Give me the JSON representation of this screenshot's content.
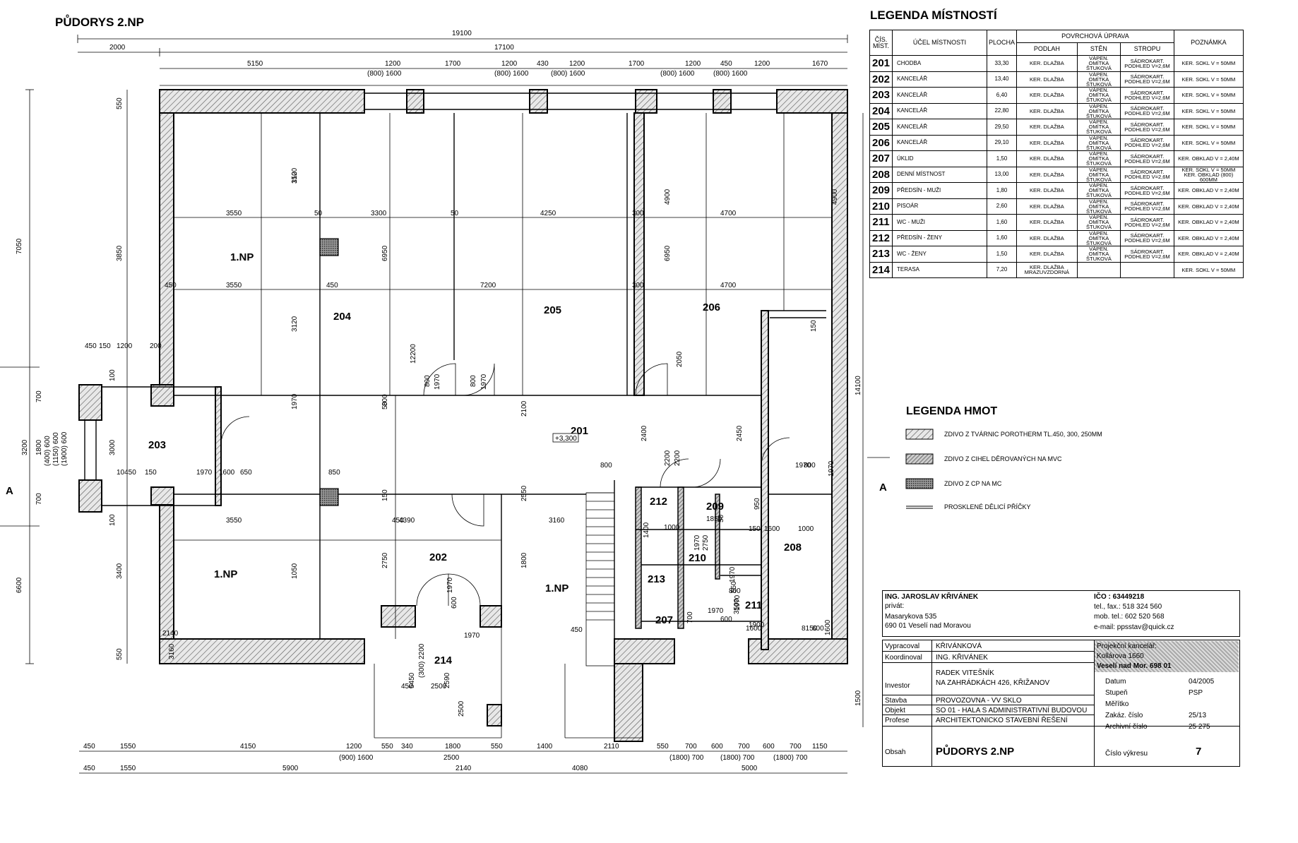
{
  "title": "PŮDORYS 2.NP",
  "plan": {
    "rooms": [
      {
        "id": "r201",
        "label": "201"
      },
      {
        "id": "r202",
        "label": "202"
      },
      {
        "id": "r203",
        "label": "203"
      },
      {
        "id": "r204",
        "label": "204"
      },
      {
        "id": "r205",
        "label": "205"
      },
      {
        "id": "r206",
        "label": "206"
      },
      {
        "id": "r207",
        "label": "207"
      },
      {
        "id": "r208",
        "label": "208"
      },
      {
        "id": "r209",
        "label": "209"
      },
      {
        "id": "r210",
        "label": "210"
      },
      {
        "id": "r211",
        "label": "211"
      },
      {
        "id": "r212",
        "label": "212"
      },
      {
        "id": "r213",
        "label": "213"
      },
      {
        "id": "r214",
        "label": "214"
      },
      {
        "id": "np1a",
        "label": "1.NP"
      },
      {
        "id": "np1b",
        "label": "1.NP"
      },
      {
        "id": "np1c",
        "label": "1.NP"
      }
    ],
    "level_mark": "+3,300",
    "section_mark": "A",
    "top_dims": {
      "overall": "19100",
      "second": "17100",
      "left_offset": "2000",
      "segments": [
        "5150",
        "1200",
        "1700",
        "1200",
        "430",
        "1200",
        "1700",
        "1200",
        "450",
        "1200",
        "1670"
      ],
      "window_notes": [
        "(800) 1600",
        "(800) 1600",
        "(800) 1600",
        "(800) 1600",
        "(800) 1600"
      ]
    },
    "bottom_dims_row1": [
      "450",
      "1550",
      "4150",
      "1200",
      "550",
      "340",
      "1800",
      "550",
      "1400",
      "2110",
      "550",
      "700",
      "600",
      "700",
      "600",
      "700",
      "1150"
    ],
    "bottom_notes_row1": [
      "(900) 1600",
      "2500",
      "(1800) 700",
      "(1800) 700",
      "(1800) 700"
    ],
    "bottom_dims_row2": [
      "450",
      "1550",
      "5900",
      "2140",
      "4080",
      "5000"
    ],
    "left_dims": [
      "7050",
      "550",
      "6600",
      "3850",
      "3400",
      "550"
    ],
    "left_inner_dims": [
      "3200",
      "700",
      "1800",
      "700",
      "(400) 600",
      "(1150) 600",
      "(1900) 600",
      "3000",
      "100",
      "100"
    ],
    "right_dims": [
      "14100",
      "1500"
    ],
    "interior_dims": [
      "3120",
      "3550",
      "50",
      "3300",
      "50",
      "4250",
      "300",
      "4700",
      "4900",
      "4900",
      "450",
      "3550",
      "450",
      "6950",
      "7200",
      "300",
      "6950",
      "4700",
      "3120",
      "150",
      "12200",
      "2050",
      "450",
      "150",
      "1200",
      "200",
      "800",
      "1970",
      "800",
      "1970",
      "800",
      "1970",
      "50",
      "2100",
      "2400",
      "2450",
      "2200",
      "2200",
      "800",
      "1970",
      "800",
      "1970",
      "10450",
      "150",
      "1970",
      "1600",
      "650",
      "850",
      "150",
      "2550",
      "450",
      "50",
      "3550",
      "4390",
      "3160",
      "1400",
      "1000",
      "1850",
      "950",
      "150",
      "1600",
      "1000",
      "1970",
      "2750",
      "2750",
      "1800",
      "1970",
      "600",
      "1970",
      "800",
      "1050",
      "3500",
      "700",
      "1970",
      "1970",
      "600",
      "1900",
      "1600",
      "1600",
      "600",
      "1970",
      "2140",
      "450",
      "3160",
      "450",
      "5450",
      "2500",
      "2590",
      "(300) 2200",
      "2500",
      "550",
      "8150",
      "150"
    ]
  },
  "room_legend": {
    "title": "LEGENDA MÍSTNOSTÍ",
    "headers": {
      "cis": "ČÍS. MÍST.",
      "ucel": "ÚČEL MÍSTNOSTI",
      "plocha": "PLOCHA",
      "povrch": "POVRCHOVÁ ÚPRAVA",
      "podlah": "PODLAH",
      "sten": "STĚN",
      "stropu": "STROPU",
      "poznamka": "POZNÁMKA"
    },
    "rows": [
      {
        "num": "201",
        "ucel": "CHODBA",
        "plocha": "33,30",
        "podlah": "KER. DLAŽBA",
        "sten": "VÁPEN. OMÍTKA ŠTUKOVÁ",
        "stropu": "SÁDROKART. PODHLED V=2,6M",
        "pozn": "KER. SOKL V = 50MM"
      },
      {
        "num": "202",
        "ucel": "KANCELÁŘ",
        "plocha": "13,40",
        "podlah": "KER. DLAŽBA",
        "sten": "VÁPEN. OMÍTKA ŠTUKOVÁ",
        "stropu": "SÁDROKART. PODHLED V=2,6M",
        "pozn": "KER. SOKL V = 50MM"
      },
      {
        "num": "203",
        "ucel": "KANCELÁŘ",
        "plocha": "6,40",
        "podlah": "KER. DLAŽBA",
        "sten": "VÁPEN. OMÍTKA ŠTUKOVÁ",
        "stropu": "SÁDROKART. PODHLED V=2,6M",
        "pozn": "KER. SOKL V = 50MM"
      },
      {
        "num": "204",
        "ucel": "KANCELÁŘ",
        "plocha": "22,80",
        "podlah": "KER. DLAŽBA",
        "sten": "VÁPEN. OMÍTKA ŠTUKOVÁ",
        "stropu": "SÁDROKART. PODHLED V=2,6M",
        "pozn": "KER. SOKL V = 50MM"
      },
      {
        "num": "205",
        "ucel": "KANCELÁŘ",
        "plocha": "29,50",
        "podlah": "KER. DLAŽBA",
        "sten": "VÁPEN. OMÍTKA ŠTUKOVÁ",
        "stropu": "SÁDROKART. PODHLED V=2,6M",
        "pozn": "KER. SOKL V = 50MM"
      },
      {
        "num": "206",
        "ucel": "KANCELÁŘ",
        "plocha": "29,10",
        "podlah": "KER. DLAŽBA",
        "sten": "VÁPEN. OMÍTKA ŠTUKOVÁ",
        "stropu": "SÁDROKART. PODHLED V=2,6M",
        "pozn": "KER. SOKL V = 50MM"
      },
      {
        "num": "207",
        "ucel": "ÚKLID",
        "plocha": "1,50",
        "podlah": "KER. DLAŽBA",
        "sten": "VÁPEN. OMÍTKA ŠTUKOVÁ",
        "stropu": "SÁDROKART. PODHLED V=2,6M",
        "pozn": "KER. OBKLAD V = 2,40M"
      },
      {
        "num": "208",
        "ucel": "DENNÍ MÍSTNOST",
        "plocha": "13,00",
        "podlah": "KER. DLAŽBA",
        "sten": "VÁPEN. OMÍTKA ŠTUKOVÁ",
        "stropu": "SÁDROKART. PODHLED V=2,6M",
        "pozn": "KER. SOKL V = 50MM KER. OBKLAD (800) 600MM"
      },
      {
        "num": "209",
        "ucel": "PŘEDSÍN - MUŽI",
        "plocha": "1,80",
        "podlah": "KER. DLAŽBA",
        "sten": "VÁPEN. OMÍTKA ŠTUKOVÁ",
        "stropu": "SÁDROKART. PODHLED V=2,6M",
        "pozn": "KER. OBKLAD V = 2,40M"
      },
      {
        "num": "210",
        "ucel": "PISOÁR",
        "plocha": "2,60",
        "podlah": "KER. DLAŽBA",
        "sten": "VÁPEN. OMÍTKA ŠTUKOVÁ",
        "stropu": "SÁDROKART. PODHLED V=2,6M",
        "pozn": "KER. OBKLAD V = 2,40M"
      },
      {
        "num": "211",
        "ucel": "WC - MUŽI",
        "plocha": "1,60",
        "podlah": "KER. DLAŽBA",
        "sten": "VÁPEN. OMÍTKA ŠTUKOVÁ",
        "stropu": "SÁDROKART. PODHLED V=2,6M",
        "pozn": "KER. OBKLAD V = 2,40M"
      },
      {
        "num": "212",
        "ucel": "PŘEDSÍN - ŽENY",
        "plocha": "1,60",
        "podlah": "KER. DLAŽBA",
        "sten": "VÁPEN. OMÍTKA ŠTUKOVÁ",
        "stropu": "SÁDROKART. PODHLED V=2,6M",
        "pozn": "KER. OBKLAD V = 2,40M"
      },
      {
        "num": "213",
        "ucel": "WC - ŽENY",
        "plocha": "1,50",
        "podlah": "KER. DLAŽBA",
        "sten": "VÁPEN. OMÍTKA ŠTUKOVÁ",
        "stropu": "SÁDROKART. PODHLED V=2,6M",
        "pozn": "KER. OBKLAD V = 2,40M"
      },
      {
        "num": "214",
        "ucel": "TERASA",
        "plocha": "7,20",
        "podlah": "KER. DLAŽBA MRAZUVZDORNÁ",
        "sten": "",
        "stropu": "",
        "pozn": "KER. SOKL V = 50MM"
      }
    ]
  },
  "material_legend": {
    "title": "LEGENDA HMOT",
    "items": [
      "ZDIVO Z TVÁRNIC POROTHERM TL.450, 300, 250MM",
      "ZDIVO Z CIHEL DĚROVANÝCH NA MVC",
      "ZDIVO Z CP NA MC",
      "PROSKLENÉ DĚLICÍ PŘÍČKY"
    ]
  },
  "title_block": {
    "author_name": "ING. JAROSLAV  KŘIVÁNEK",
    "author_private": "privát:",
    "author_street": "Masarykova  535",
    "author_city": "690 01 Veselí nad Moravou",
    "ico": "IČO : 63449218",
    "tel": "tel., fax.: 518 324 560",
    "mob": "mob. tel.: 602 520 568",
    "email": "e-mail: ppsstav@quick.cz",
    "office1": "Projekční kancelář:",
    "office2": "Kollárova 1660",
    "office3": "Veselí nad Mor. 698 01",
    "vypracoval_label": "Vypracoval",
    "vypracoval": "KŘIVÁNKOVÁ",
    "koordinoval_label": "Koordinoval",
    "koordinoval": "ING. KŘIVÁNEK",
    "investor_label": "Investor",
    "investor1": "RADEK VITEŠNÍK",
    "investor2": "NA ZAHRÁDKÁCH 426, KŘIŽANOV",
    "stavba_label": "Stavba",
    "stavba": "PROVOZOVNA - VV SKLO",
    "objekt_label": "Objekt",
    "objekt": "SO 01 - HALA S ADMINISTRATIVNÍ BUDOVOU",
    "profese_label": "Profese",
    "profese": "ARCHITEKTONICKO STAVEBNÍ ŘEŠENÍ",
    "obsah_label": "Obsah",
    "obsah": "PŮDORYS 2.NP",
    "datum_label": "Datum",
    "datum": "04/2005",
    "stupen_label": "Stupeň",
    "stupen": "PSP",
    "meritko_label": "Měřítko",
    "meritko": "",
    "zakaz_label": "Zakáz. číslo",
    "zakaz": "25/13",
    "archiv_label": "Archivní číslo",
    "archiv": "25 275",
    "cislo_label": "Číslo výkresu",
    "cislo": "7"
  }
}
